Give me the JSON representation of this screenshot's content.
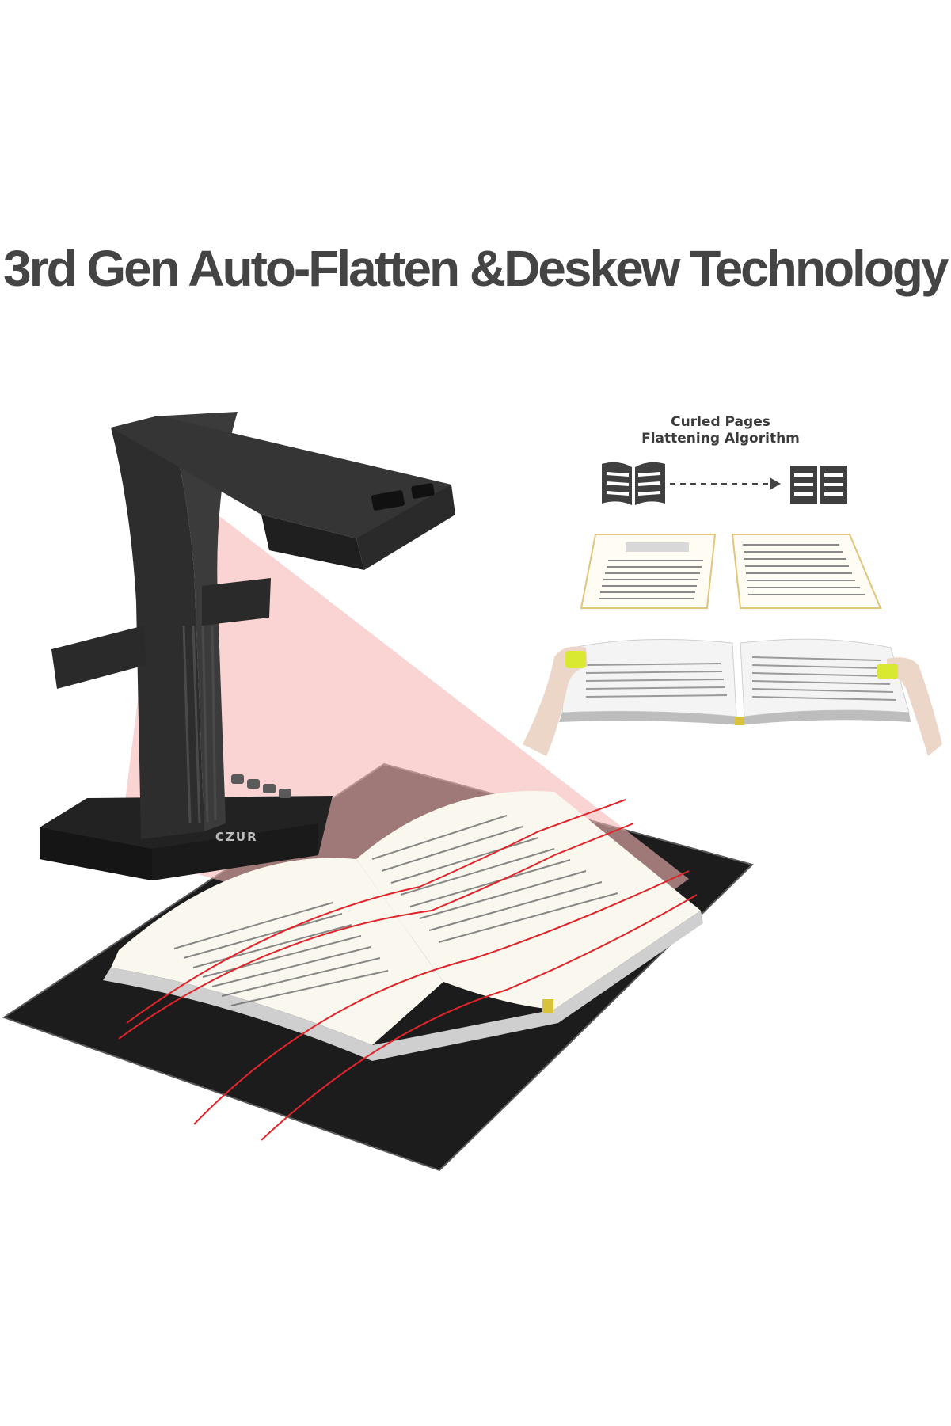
{
  "headline": "3rd Gen Auto-Flatten &Deskew Technology",
  "algorithm": {
    "line1": "Curled Pages",
    "line2": "Flattening Algorithm"
  },
  "brand": "CZUR",
  "icons": {
    "curled": "curled-book-icon",
    "flat": "flat-book-icon",
    "arrow": "dashed-arrow-icon"
  },
  "colors": {
    "headline": "#444444",
    "laser": "#e0242a",
    "beam": "#f7b5b5",
    "scanner": "#2a2a2a",
    "mat": "#1c1c1c"
  }
}
